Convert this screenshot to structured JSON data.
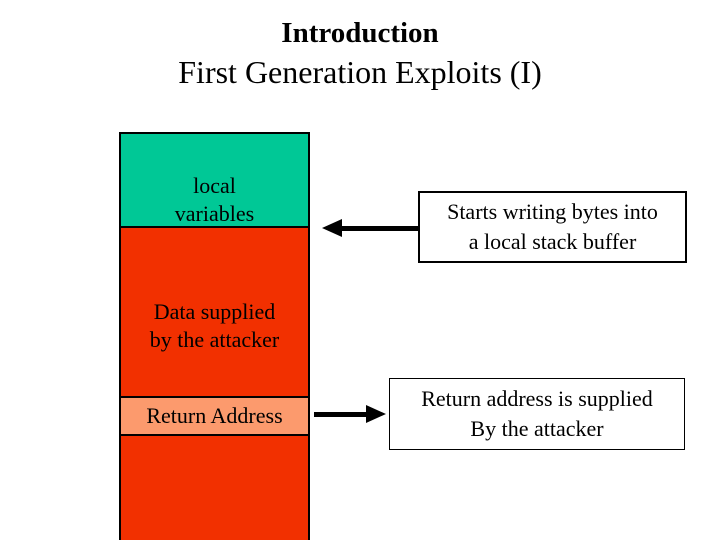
{
  "title": {
    "line1": "Introduction",
    "line2": "First Generation Exploits (I)"
  },
  "stack_diagram": {
    "local_variables": {
      "line1": "local",
      "line2": "variables"
    },
    "attacker_data": {
      "line1": "Data supplied",
      "line2": "by the attacker"
    },
    "return_address": {
      "label": "Return Address"
    }
  },
  "callouts": {
    "buffer_write": {
      "line1": "Starts writing bytes into",
      "line2": "a local stack buffer"
    },
    "return_supplied": {
      "line1": "Return address is supplied",
      "line2": "By the attacker"
    }
  },
  "colors": {
    "local_variables_fill": "#00C896",
    "attacker_data_fill": "#F23000",
    "return_address_fill": "#FC9A6D",
    "outline": "#000000",
    "background": "#FFFFFF",
    "text": "#000000"
  }
}
